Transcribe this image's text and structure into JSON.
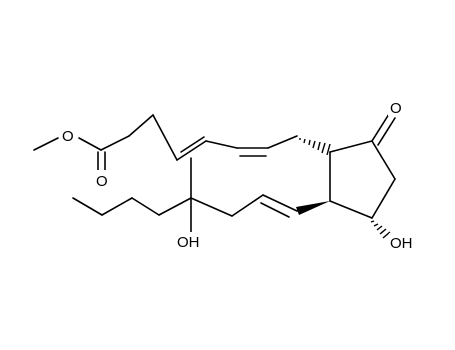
{
  "molecule": {
    "atoms": {
      "ester_o_single": "O",
      "ester_o_double": "O",
      "ketone_o": "O",
      "ring_oh": "OH",
      "chain_oh": "OH"
    }
  }
}
